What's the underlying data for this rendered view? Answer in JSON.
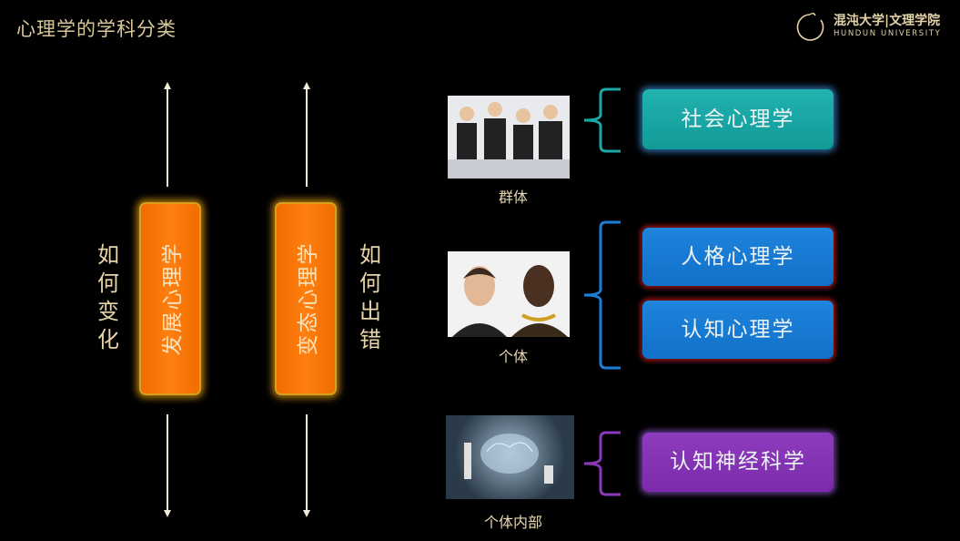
{
  "header": {
    "title": "心理学的学科分类"
  },
  "logo": {
    "name_cn": "混沌大学|文理学院",
    "name_en": "HUNDUN UNIVERSITY"
  },
  "left": {
    "developmental": {
      "label": "发展心理学",
      "side_text": "如何变化"
    },
    "abnormal": {
      "label": "变态心理学",
      "side_text": "如何出错"
    }
  },
  "levels": [
    {
      "caption": "群体",
      "color": "#1aa8a6",
      "items": [
        "社会心理学"
      ]
    },
    {
      "caption": "个体",
      "color": "#1a7fd4",
      "items": [
        "人格心理学",
        "认知心理学"
      ]
    },
    {
      "caption": "个体内部",
      "color": "#8a38b8",
      "items": [
        "认知神经科学"
      ]
    }
  ],
  "colors": {
    "accent_orange": "#ff7f10",
    "text_gold": "#d9c79c"
  }
}
